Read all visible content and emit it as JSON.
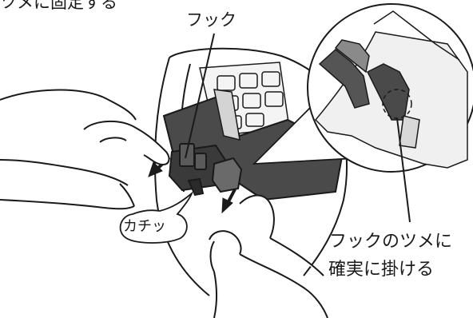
{
  "labels": {
    "top_caption": "ツメに固定する",
    "hook": "フック",
    "hook_claw_line1": "フックのツメに",
    "hook_claw_line2": "確実に掛ける",
    "click_sound": "カチッ"
  },
  "colors": {
    "line": "#1a1a1a",
    "dark_part": "#3f3f3f",
    "mid_part": "#8c8c8c",
    "light_part": "#d8d8d8",
    "background": "#ffffff"
  }
}
